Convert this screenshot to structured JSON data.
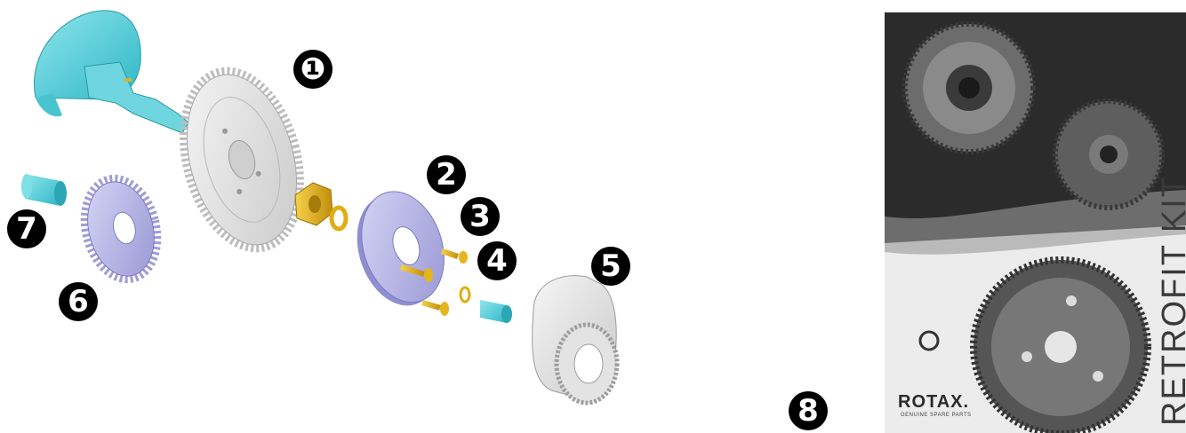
{
  "callouts": [
    {
      "id": "1",
      "label": "❶"
    },
    {
      "id": "2",
      "label": "2"
    },
    {
      "id": "3",
      "label": "3"
    },
    {
      "id": "4",
      "label": "4"
    },
    {
      "id": "5",
      "label": "5"
    },
    {
      "id": "6",
      "label": "6"
    },
    {
      "id": "7",
      "label": "7"
    },
    {
      "id": "8",
      "label": "8"
    }
  ],
  "photo": {
    "kit_label": "RETROFIT KIT",
    "brand": "ROTAX.",
    "brand_sub": "GENUINE SPARE PARTS"
  },
  "colors": {
    "shaft": "#5fd0d8",
    "gear_light": "#e8e8e8",
    "gear_purple": "#b9b8e8",
    "brass": "#e3b21a",
    "bushing": "#3ec3d0",
    "photo_dark": "#2b2b2b"
  }
}
